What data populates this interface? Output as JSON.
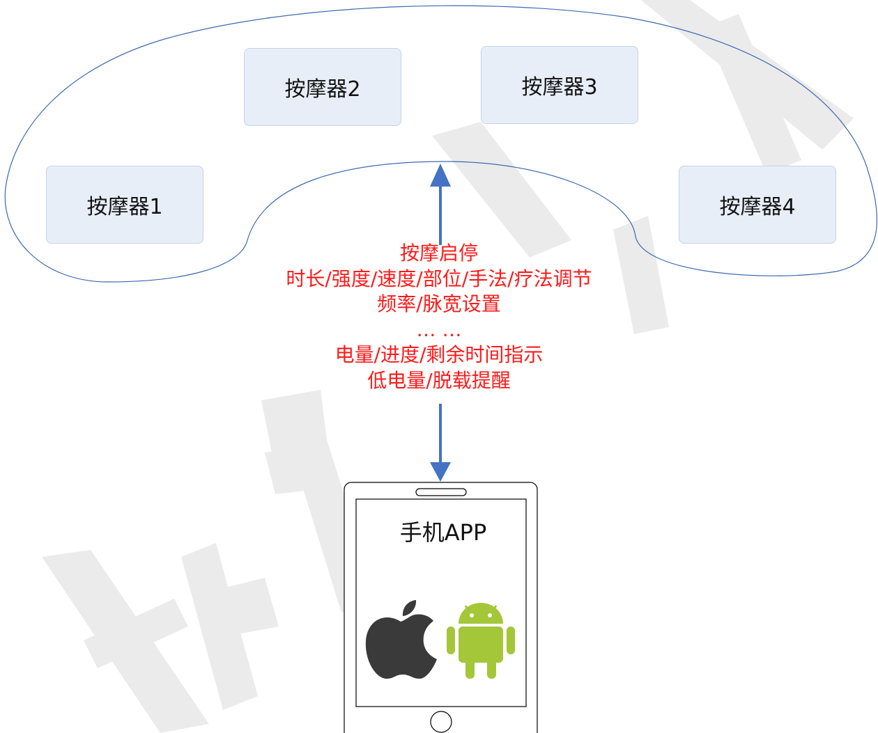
{
  "devices": [
    {
      "label": "按摩器1"
    },
    {
      "label": "按摩器2"
    },
    {
      "label": "按摩器3"
    },
    {
      "label": "按摩器4"
    }
  ],
  "connection_labels": [
    "按摩启停",
    "时长/强度/速度/部位/手法/疗法调节",
    "频率/脉宽设置",
    "… …",
    "电量/进度/剩余时间指示",
    "低电量/脱载提醒"
  ],
  "phone": {
    "title": "手机APP",
    "platform_icons": [
      "apple-icon",
      "android-icon"
    ]
  },
  "colors": {
    "cloud_stroke": "#3a68b0",
    "arrow": "#4472c4",
    "box_fill": "#e8eef7",
    "box_border": "#c5d2e6",
    "label_text": "#ff1a1a",
    "apple": "#3a3a3a",
    "android": "#a4c639",
    "watermark": "#e6e6e6"
  }
}
